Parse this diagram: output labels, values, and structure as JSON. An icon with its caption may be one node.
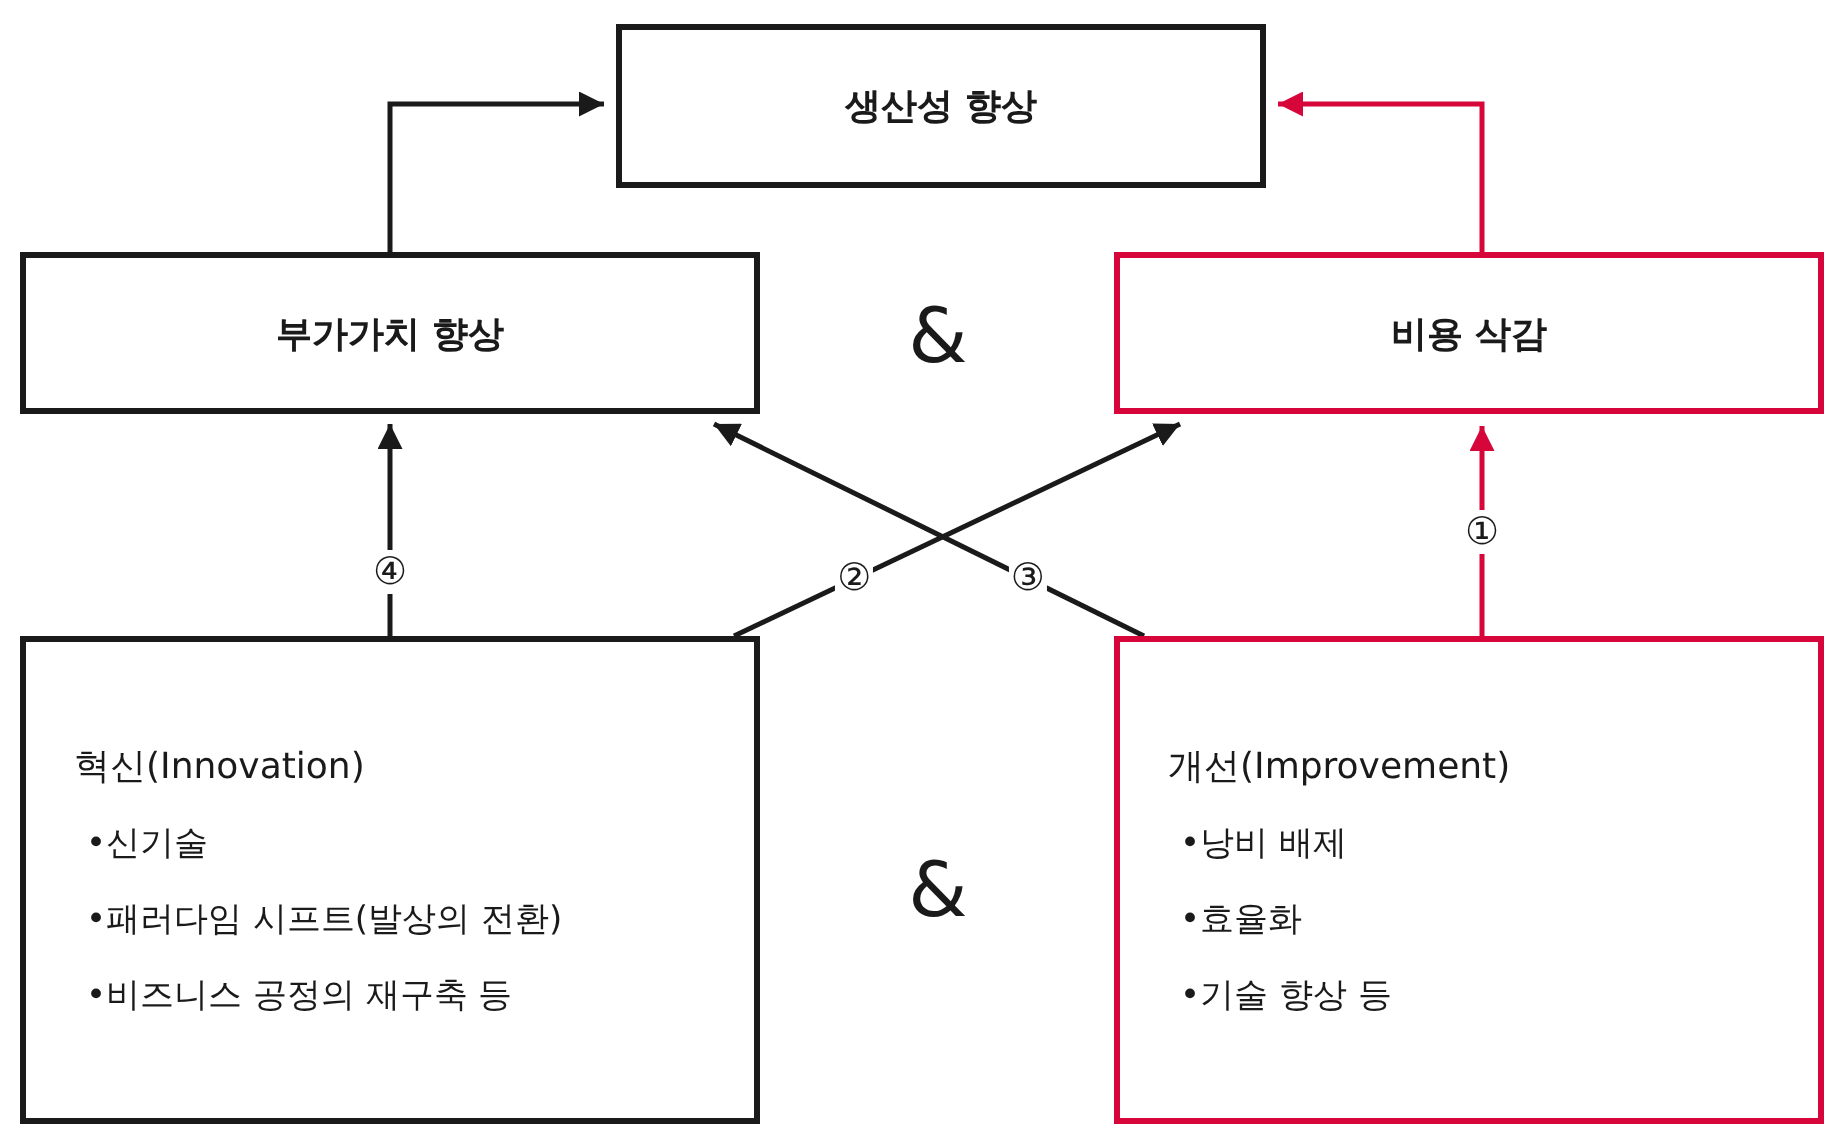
{
  "diagram": {
    "nodes": [
      {
        "text": [
          "생산성 향상"
        ]
      },
      {
        "text": [
          "부가가치 향상"
        ]
      },
      {
        "text": [
          "비용 삭감"
        ]
      },
      {
        "text": [
          "혁신(Innovation)",
          "•신기술",
          "•패러다임 시프트(발상의 전환)",
          "•비즈니스 공정의 재구축 등"
        ]
      },
      {
        "text": [
          "개선(Improvement)",
          "•낭비 배제",
          "•효율화",
          "•기술 향상 등"
        ]
      }
    ],
    "edges": [
      {
        "from": 1,
        "to": 0,
        "arrow": "to"
      },
      {
        "from": 2,
        "to": 0,
        "arrow": "to",
        "color": "#d7063a"
      },
      {
        "from": 4,
        "to": 2,
        "arrow": "to",
        "label": "①",
        "color": "#d7063a"
      },
      {
        "from": 3,
        "to": 2,
        "arrow": "to",
        "label": "②"
      },
      {
        "from": 4,
        "to": 1,
        "arrow": "to",
        "label": "③"
      },
      {
        "from": 3,
        "to": 1,
        "arrow": "to",
        "label": "④"
      }
    ],
    "labels": [
      "&",
      "&"
    ]
  }
}
